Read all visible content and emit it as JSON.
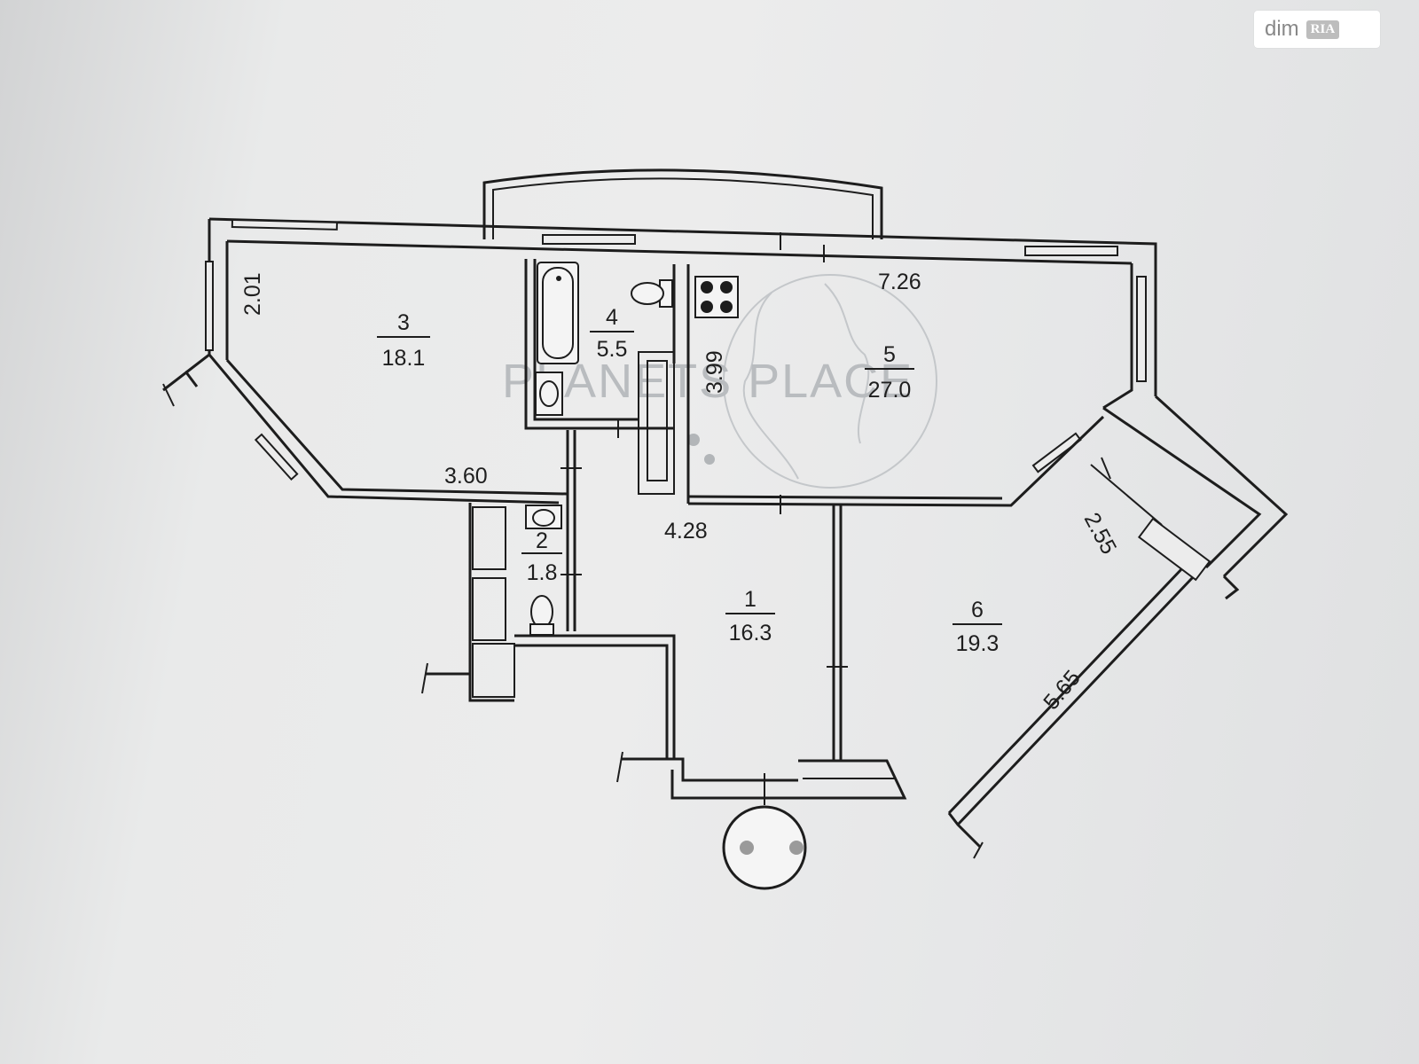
{
  "logo": {
    "brand": "dim",
    "sub": "RIA"
  },
  "watermark": {
    "text": "PLANETS PLACE"
  },
  "rooms": [
    {
      "id": "1",
      "area": "16.3"
    },
    {
      "id": "2",
      "area": "1.8"
    },
    {
      "id": "3",
      "area": "18.1"
    },
    {
      "id": "4",
      "area": "5.5"
    },
    {
      "id": "5",
      "area": "27.0"
    },
    {
      "id": "6",
      "area": "19.3"
    }
  ],
  "dimensions": [
    "2.01",
    "3.60",
    "3.99",
    "7.26",
    "4.28",
    "2.55",
    "5.65"
  ]
}
